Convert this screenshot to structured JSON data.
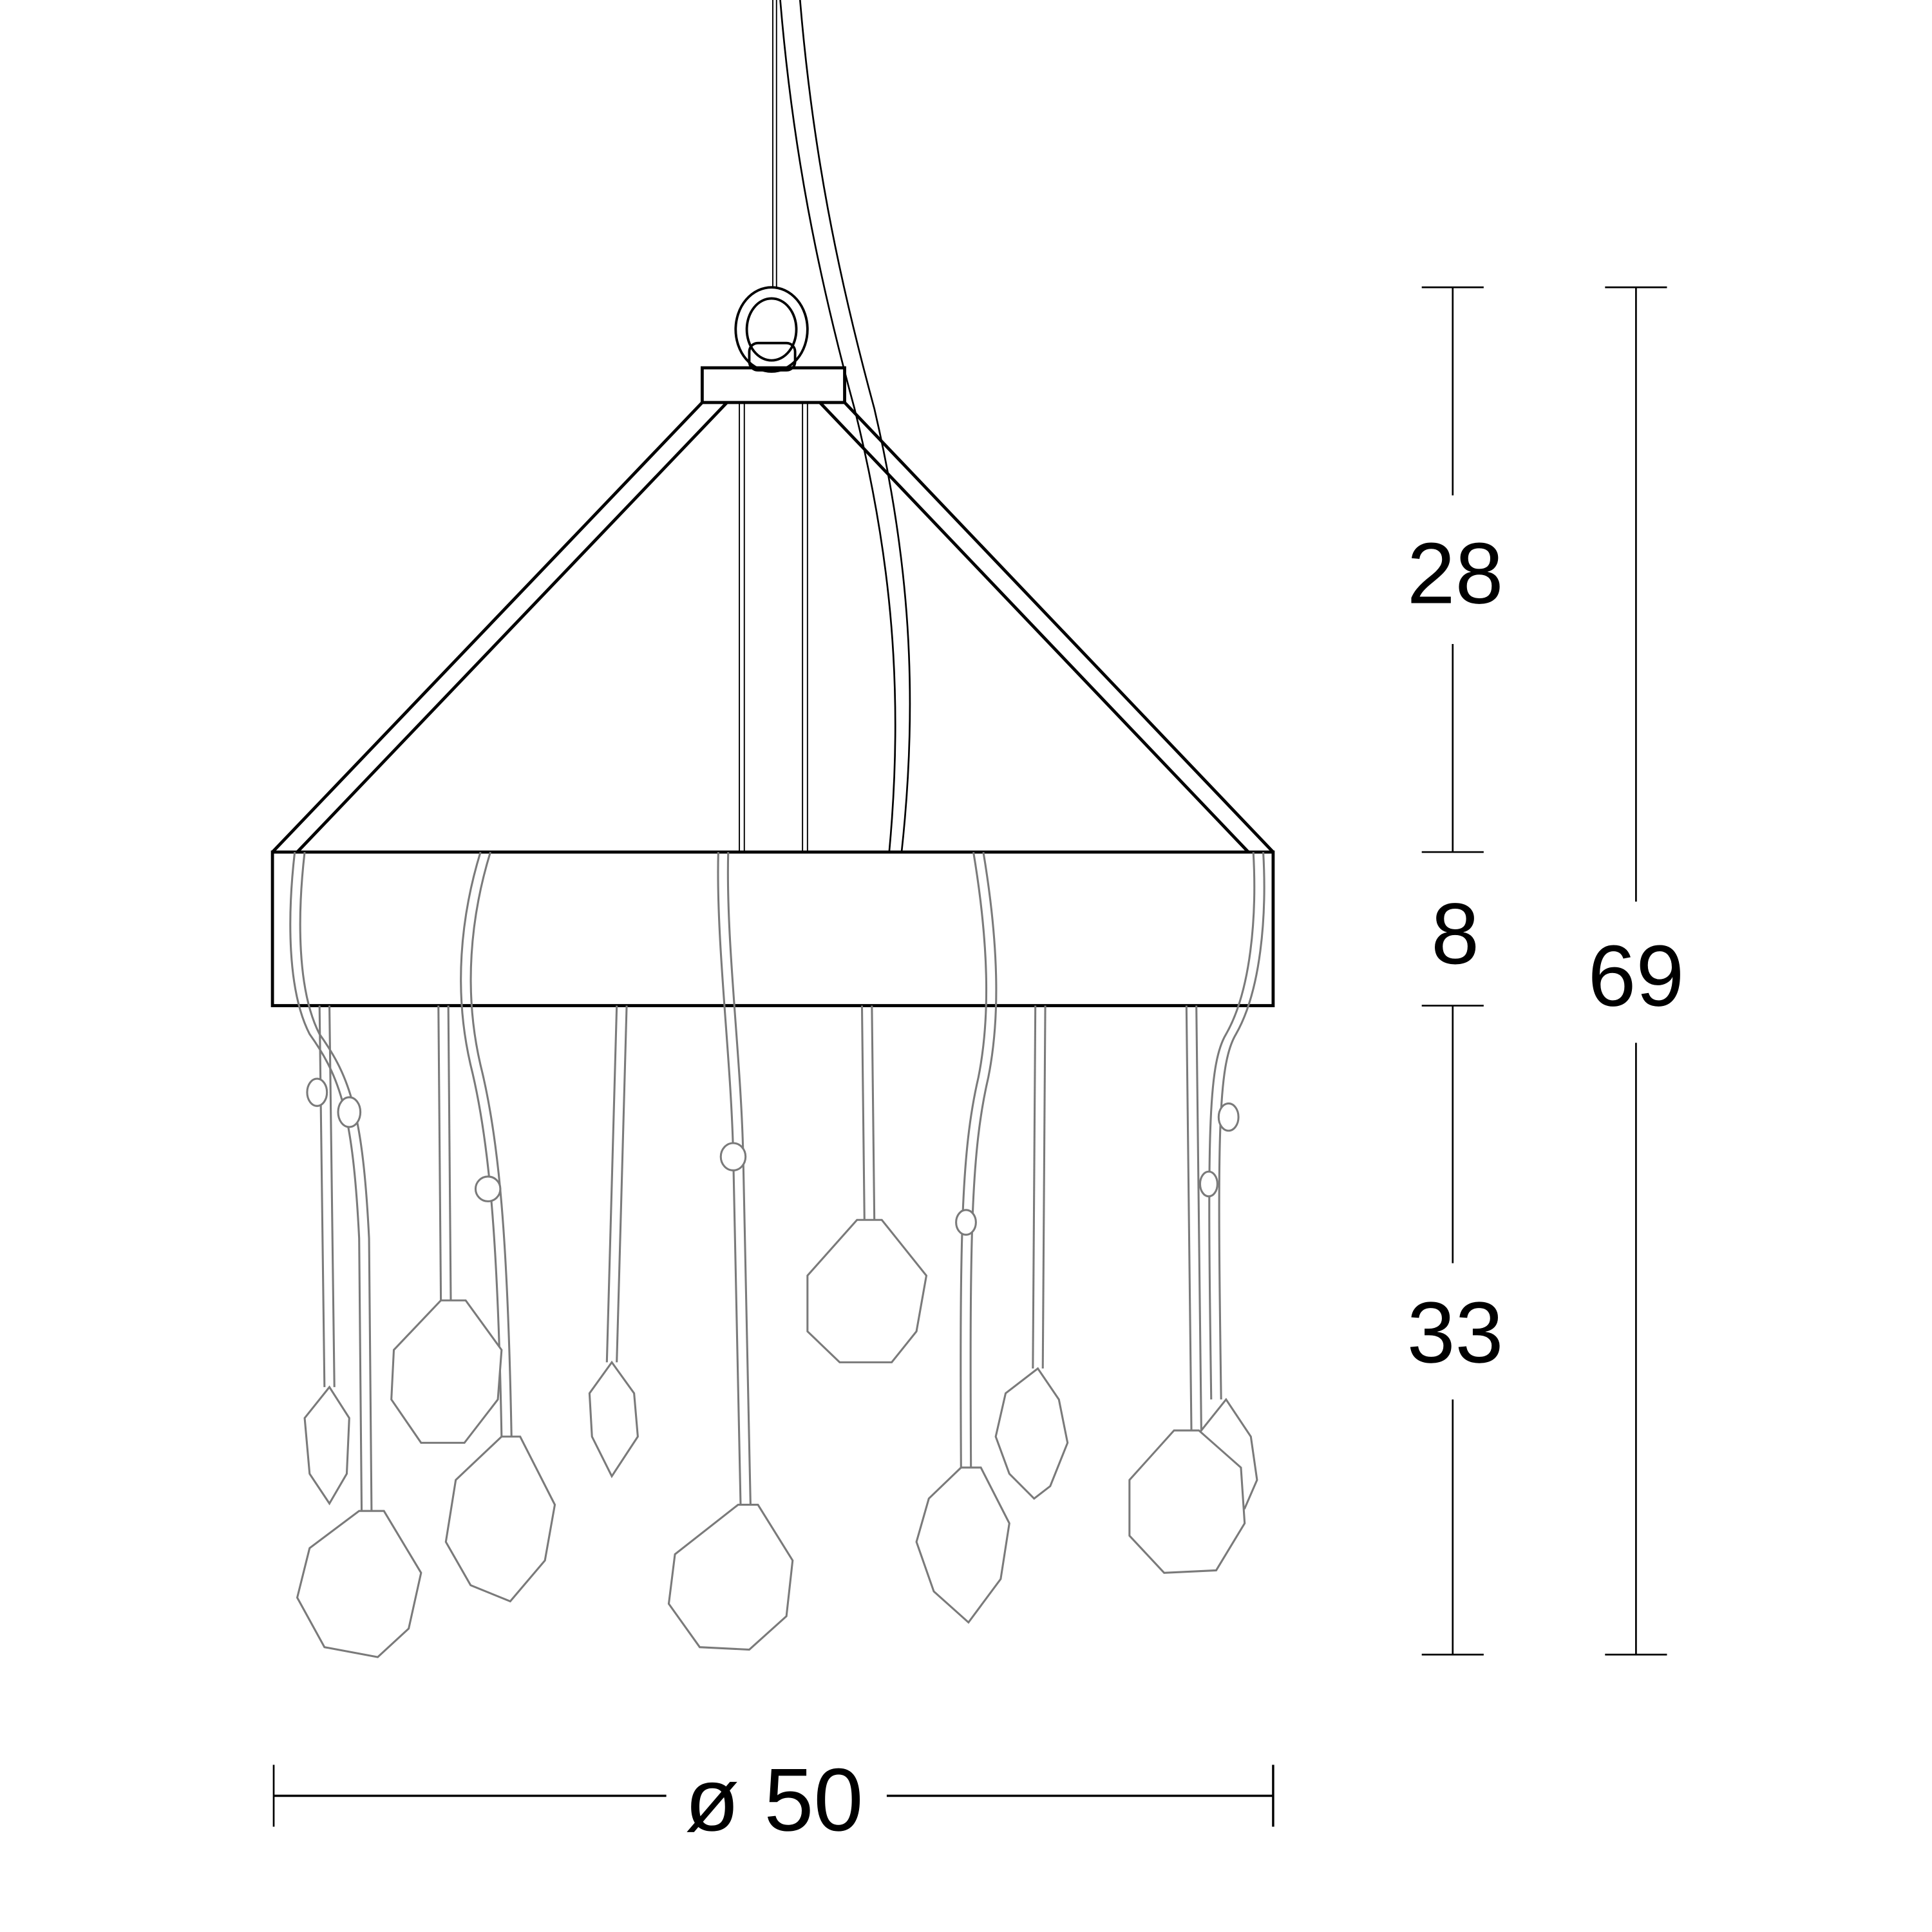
{
  "drawing": {
    "subject": "pendant chandelier technical drawing",
    "line_color": "#000000",
    "pendant_color": "#7a7a7a",
    "background": "#ffffff"
  },
  "dimensions": {
    "top_cone_height": "28",
    "ring_height": "8",
    "pendants_drop": "33",
    "total_height": "69",
    "diameter": "ø 50"
  }
}
